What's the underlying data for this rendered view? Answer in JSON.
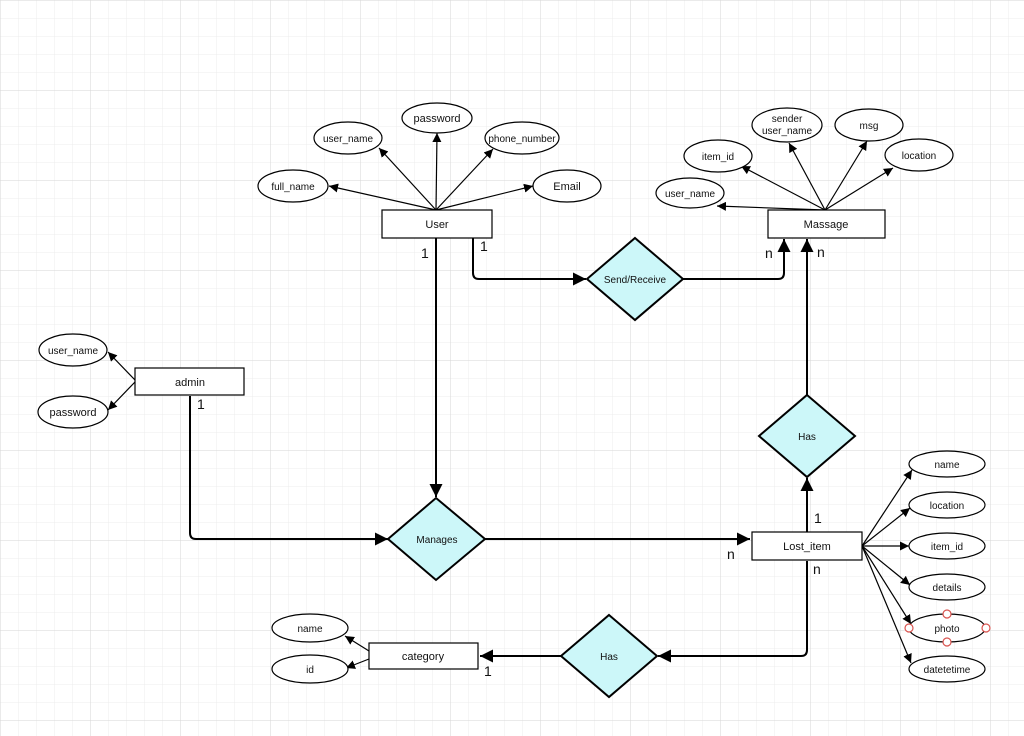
{
  "diagram": {
    "colors": {
      "diamond_fill": "#ccf7f9",
      "stroke": "#000000",
      "grid_minor": "#ececec",
      "grid_major": "#d6d6d6",
      "handle": "#d9534f"
    },
    "entities": {
      "user": "User",
      "massage": "Massage",
      "admin": "admin",
      "lost_item": "Lost_item",
      "category": "category"
    },
    "relationships": {
      "send_receive": "Send/Receive",
      "manages": "Manages",
      "has_message": "Has",
      "has_category": "Has"
    },
    "attributes": {
      "user": {
        "full_name": "full_name",
        "user_name": "user_name",
        "password": "password",
        "phone_number": "phone_number",
        "email": "Email"
      },
      "massage": {
        "user_name": "user_name",
        "item_id": "item_id",
        "sender_line1": "sender",
        "sender_line2": "user_name",
        "msg": "msg",
        "location": "location"
      },
      "admin": {
        "user_name": "user_name",
        "password": "password"
      },
      "lost_item": {
        "name": "name",
        "location": "location",
        "item_id": "item_id",
        "details": "details",
        "photo": "photo",
        "datetime": "datetetime"
      },
      "category": {
        "name": "name",
        "id": "id"
      }
    },
    "cardinalities": {
      "user_manages": "1",
      "user_send": "1",
      "massage_send": "n",
      "massage_has": "n",
      "admin_manages": "1",
      "lost_item_manages": "n",
      "lost_item_has_message": "1",
      "lost_item_has_category": "n",
      "category_has": "1"
    }
  }
}
